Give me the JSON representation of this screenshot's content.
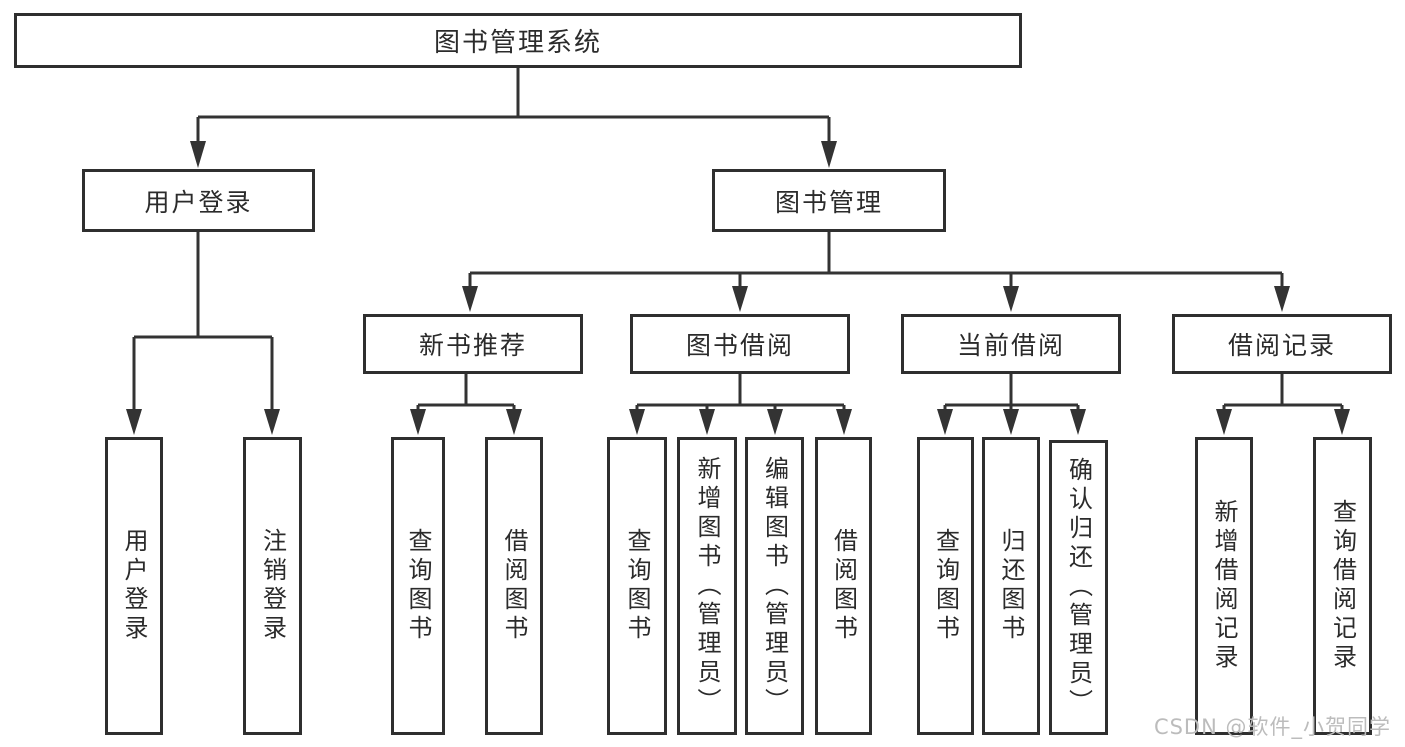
{
  "diagram": {
    "root": {
      "label": "图书管理系统"
    },
    "branches": [
      {
        "label": "用户登录",
        "children": [
          {
            "label": "用户登录"
          },
          {
            "label": "注销登录"
          }
        ]
      },
      {
        "label": "图书管理",
        "children": [
          {
            "label": "新书推荐",
            "children": [
              {
                "label": "查询图书"
              },
              {
                "label": "借阅图书"
              }
            ]
          },
          {
            "label": "图书借阅",
            "children": [
              {
                "label": "查询图书"
              },
              {
                "label": "新增图书（管理员）"
              },
              {
                "label": "编辑图书（管理员）"
              },
              {
                "label": "借阅图书"
              }
            ]
          },
          {
            "label": "当前借阅",
            "children": [
              {
                "label": "查询图书"
              },
              {
                "label": "归还图书"
              },
              {
                "label": "确认归还（管理员）"
              }
            ]
          },
          {
            "label": "借阅记录",
            "children": [
              {
                "label": "新增借阅记录"
              },
              {
                "label": "查询借阅记录"
              }
            ]
          }
        ]
      }
    ]
  },
  "watermark": {
    "text": "CSDN @软件_小贺同学"
  },
  "colors": {
    "line": "#333333",
    "box_border": "#2f2f2f",
    "text": "#2b2b2b",
    "watermark": "#bcbcbc",
    "background": "#ffffff"
  }
}
